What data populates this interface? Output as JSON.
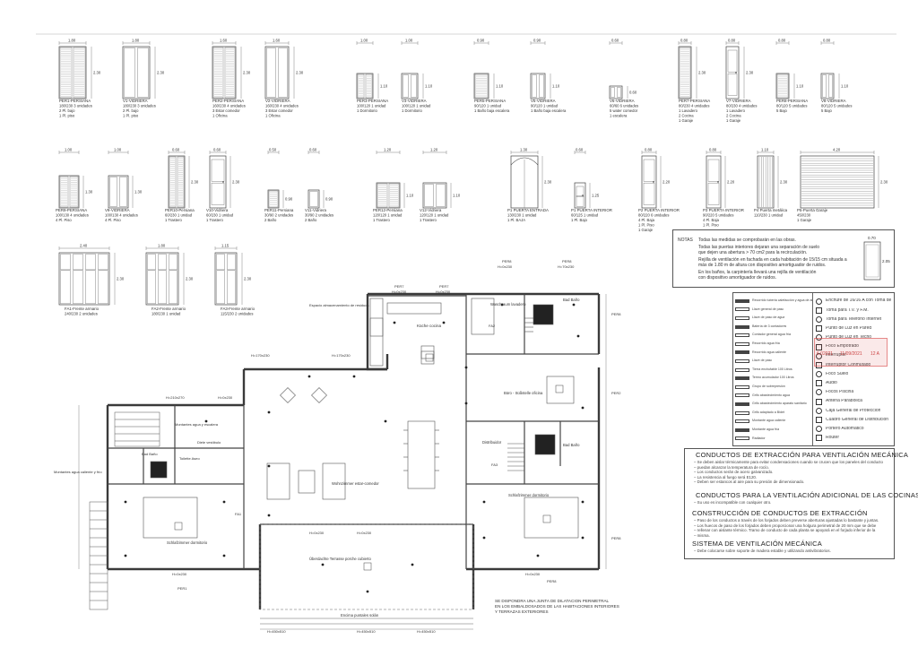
{
  "windows_row1": [
    {
      "name": "PER1-PERSIANA",
      "size": "180/230 3 unidades",
      "loc1": "2 Pl. bajo",
      "loc2": "1 Pl. piso",
      "w": "1.80",
      "h": "2.30"
    },
    {
      "name": "V1-VIDRIERA",
      "size": "180/230 3 unidades",
      "loc1": "2 Pl. bajo",
      "loc2": "1 Pl. piso",
      "w": "1.80",
      "h": "2.30"
    },
    {
      "name": "PER2-PERSIANA",
      "size": "160/230 4 unidades",
      "loc1": "3 Estar comedor",
      "loc2": "1 Oficina",
      "w": "1.60",
      "h": "2.30"
    },
    {
      "name": "V2-VIDRIERA",
      "size": "160/230 4 unidades",
      "loc1": "3 Estar comedor",
      "loc2": "1 Oficina",
      "w": "1.60",
      "h": "2.30"
    },
    {
      "name": "PER3-PERSIANA",
      "size": "100/120 1 unidad",
      "loc1": "1 Dormitorio",
      "loc2": "",
      "w": "1.00",
      "h": "1.10"
    },
    {
      "name": "V3-VIDRIERA",
      "size": "100/120 1 unidad",
      "loc1": "1 Dormitorio",
      "loc2": "",
      "w": "1.00",
      "h": "1.10"
    },
    {
      "name": "PER5-PERSIANA",
      "size": "90/120 1 unidad",
      "loc1": "1 Baño baja escalera",
      "loc2": "",
      "w": "0.90",
      "h": "1.10"
    },
    {
      "name": "V5-VIDRIERA",
      "size": "90/120 1 unidad",
      "loc1": "1 Baño baja escalera",
      "loc2": "",
      "w": "0.90",
      "h": "1.10"
    },
    {
      "name": "V6-VIDRIERA",
      "size": "60/60 6 unidades",
      "loc1": "5 water comedor",
      "loc2": "1 escalera",
      "w": "0.60",
      "h": "0.60"
    },
    {
      "name": "PER7-PERSIANA",
      "size": "80/230 4 unidades",
      "loc1": "1 Lavadero",
      "loc2": "2 Cocina",
      "loc3": "1 Garaje",
      "w": "0.80",
      "h": "2.30"
    },
    {
      "name": "V7-VIDRIERA",
      "size": "80/230 4 unidades",
      "loc1": "1 Lavadero",
      "loc2": "2 Cocina",
      "loc3": "1 Garaje",
      "w": "0.80",
      "h": "2.30"
    },
    {
      "name": "PER8-PERSIANA",
      "size": "80/120 5 unidades",
      "loc1": "5 Bajo",
      "loc2": "",
      "w": "0.80",
      "h": "1.10"
    },
    {
      "name": "V8-VIDRIERA",
      "size": "80/120 5 unidades",
      "loc1": "5 Bajo",
      "loc2": "",
      "w": "0.80",
      "h": "1.10"
    }
  ],
  "windows_row2": [
    {
      "name": "PER9-PERSIANA",
      "size": "100/130 4 unidades",
      "loc1": "4 Pl. Piso",
      "w": "1.00",
      "h": "1.30"
    },
    {
      "name": "V9-VIDRIERA",
      "size": "100/130 4 unidades",
      "loc1": "4 Pl. Piso",
      "w": "1.00",
      "h": "1.30"
    },
    {
      "name": "PER10-Persiana",
      "size": "60/230 1 unidad",
      "loc1": "1 Trastero",
      "w": "0.60",
      "h": "2.30"
    },
    {
      "name": "V10-Vidriera",
      "size": "60/230 1 unidad",
      "loc1": "1 Trastero",
      "w": "0.60",
      "h": "2.30"
    },
    {
      "name": "PER11-Persiana",
      "size": "30/90 2 unidades",
      "loc1": "2 Baño",
      "w": "0.50",
      "h": "0.90"
    },
    {
      "name": "V11-Vidriera",
      "size": "30/90 2 unidades",
      "loc1": "2 Baño",
      "w": "0.60",
      "h": "0.90"
    },
    {
      "name": "PER12-Persiana",
      "size": "120/120 1 unidad",
      "loc1": "1 Trastero",
      "w": "1.20",
      "h": "1.10"
    },
    {
      "name": "V12-Vidriera",
      "size": "120/120 1 unidad",
      "loc1": "1 Trastero",
      "w": "1.20",
      "h": "1.10"
    },
    {
      "name": "P1 PUERTA ENTRADA",
      "size": "130/230 1 unidad",
      "loc1": "1 Pl. BAJA",
      "w": "1.30",
      "h": "2.30"
    },
    {
      "name": "P1 PUERTA INTERIOR",
      "size": "60/125 1 unidad",
      "loc1": "1 Pl. Bajo",
      "w": "0.60",
      "h": "1.25"
    },
    {
      "name": "P2 PUERTA INTERIOR",
      "size": "80/220 6 unidades",
      "loc1": "4 Pl. Baja",
      "loc2": "1 Pl. Piso",
      "loc3": "1 Garaje",
      "w": "0.80",
      "h": "2.20"
    },
    {
      "name": "P3 PUERTA INTERIOR",
      "size": "90/220 5 unidades",
      "loc1": "4 Pl. Baja",
      "loc2": "1 Pl. Piso",
      "w": "0.80",
      "h": "2.20"
    },
    {
      "name": "P4 Puerta metálica",
      "size": "110/230 1 unidad",
      "loc1": "",
      "w": "1.10",
      "h": "2.30"
    },
    {
      "name": "P5-Puerta Garaje",
      "size": "450/230",
      "loc1": "1 Garaje",
      "w": "4.20",
      "h": "2.30"
    }
  ],
  "windows_row3": [
    {
      "name": "FA1-Frente armario",
      "size": "240/230 2 unidades",
      "w": "2.40",
      "h": "2.30"
    },
    {
      "name": "FA2-Frente armario",
      "size": "180/230 1 unidad",
      "w": "1.80",
      "h": "2.30"
    },
    {
      "name": "FA3-Frente armario",
      "size": "115/230 2 unidades",
      "w": "1.15",
      "h": "2.30"
    }
  ],
  "notes": {
    "label": "NOTAS",
    "lines": [
      "Todas las medidas se comprobarán en las obras.",
      "Todas las puertas interiores dejaran una separación de suelo",
      "que dejen una abertura > 70 cm2 para la recirculación.",
      "Rejilla de ventilación en fachada en cada habitación de 15/15 cm situada a",
      "más de 1.80 m de altura con dispositivo amortiguador de ruidos.",
      "En los baños, la carpintería llevará una rejilla de ventilación",
      "con dispositivo amortiguador de ruidos."
    ],
    "door_w": "0.70",
    "door_h": "2.05"
  },
  "legend_left": [
    "Recorrido tubería calefacción y agua de abastecimiento",
    "Llave general de paso",
    "Llave de paso de agua",
    "Batería de 3 contadores",
    "Contador general agua fría",
    "Recorrido agua fría",
    "Recorrido agua caliente",
    "Llave de paso",
    "Tierra enchufable 100 Litros",
    "Termo acumulador 100 Litros",
    "Grupo de sobrepresión",
    "Grifo abastecimiento agua",
    "Grifo abastecimiento aparato sanitario",
    "Grifo adaptado a Bidet",
    "Montante agua caliente",
    "Montante agua fría",
    "Radiador"
  ],
  "legend_right": [
    "Enchufe de 16/16 A con Toma de Tierra",
    "Toma para T.V. y F.M.",
    "Toma para Teléfono Internet",
    "Punto de Luz en Pared",
    "Punto de Luz en Techo",
    "Foco Empotrado",
    "Interruptor",
    "Interruptor Conmutado",
    "Foco Suelo",
    "Audio",
    "Focos Piscina",
    "Antena Parabólica",
    "Caja General de Protección",
    "Cuadro General de Distribución",
    "Portero Automático",
    "Router"
  ],
  "ventilation": {
    "h1": "CONDUCTOS DE EXTRACCIÓN PARA VENTILACIÓN MECÁNICA",
    "h1_lines": [
      "Se deben aislar térmicamente para evitar condensaciones cuando se crucen que los paneles del conducto",
      "puedan alcanzar la temperatura de rocío.",
      "Los conductos serán de acero galvanizado.",
      "La resistencia al fuego será E120.",
      "Deben ser estancos al aire para su presión de dimensionado."
    ],
    "h2": "CONDUCTOS PARA LA VENTILACIÓN ADICIONAL DE LAS COCINAS",
    "h2_lines": [
      "Su uso es incompatible con cualquier otro."
    ],
    "h3": "CONSTRUCCIÓN DE CONDUCTOS DE EXTRACCIÓN",
    "h3_lines": [
      "Paso de los conductos a través de los forjados deben preverse aberturas ajustadas lo bastante y juntas.",
      "Los huecos de paso de los forjados deben proporcionar una holgura perimetral de 20 mm que se debe",
      "rellenar con aislante térmico. Tramo de conducto de cada planta se apoyará en el forjado inferior de la",
      "misma."
    ],
    "h4": "SISTEMA DE VENTILACIÓN MECÁNICA",
    "h4_lines": [
      "Debe colocarse sobre soporte de madera estable y utilizando antivibratorios."
    ]
  },
  "rooms": {
    "kitchen": "Küche cocina",
    "washroom": "Waschraum lavadero",
    "bath1": "Bad Baño",
    "office": "Büro - Süßstelle oficina",
    "distrib": "Distribuidor",
    "bath2": "Bad Baño",
    "living": "Wohnzimmer estar-comedor",
    "bed_right": "Schlafzimmer dormitorio",
    "bed_left": "Schlafzimmer dormitorio",
    "bath_left": "Bad Baño",
    "toilet": "Toilette Aseo",
    "hall": "Diele vestíbulo",
    "terrace": "Überdachte Terrasse porche cubierto",
    "waste": "Espacio almacenamiento de residuos",
    "stair_note": "Montantes agua caliente y frío",
    "stair_note2": "Montantes agua y escalera",
    "pillars": "Encima puntales solán",
    "joint1": "SE DISPONDRA UNA JUNTA DE DILATACION PERIMETRAL",
    "joint2": "EN LOS EMBALDOSADOS DE LAS HABITACIONES INTERIORES",
    "joint3": "Y TERRAZAS EXTERIORES"
  },
  "plan_labels": {
    "per8_top": "PER8",
    "per8_top_size": "H=0x230",
    "per8_top2": "PER8",
    "per8_top2_size": "H=70x230",
    "per7_a": "PER7",
    "per7_a_size": "H=0x230",
    "per7_b": "PER7",
    "per7_b_size": "H=0x230",
    "v6_size": "H=170x230",
    "v6b_size": "H=170x230",
    "per6_size": "H=210x270",
    "per6b_size": "H=0x230",
    "v1_size": "H=0x230",
    "per2_size": "H=0x230",
    "per1_size": "H=0x230",
    "per3_size": "H=0x230",
    "v8_size": "H=450x510",
    "v8b_size": "H=450x510",
    "v8c_size": "H=450x510",
    "per8_r": "PER8",
    "per2_r": "PER2",
    "per8_r2": "PER8",
    "per8_b": "PER8",
    "per1_b": "PER1",
    "fa1": "FA1",
    "fa2": "FA2",
    "fa3": "FA3"
  },
  "stamp": {
    "line1": "6.02021",
    "line2": "11/09/2021",
    "line3": "12 A",
    "color": "#d94a4a"
  }
}
